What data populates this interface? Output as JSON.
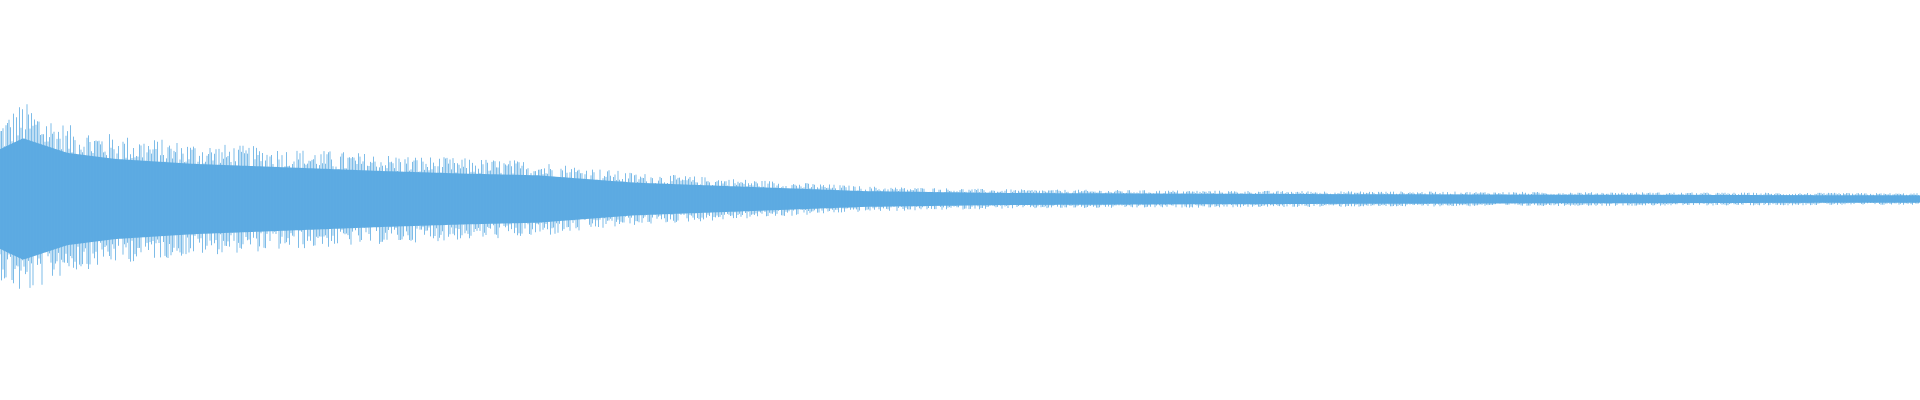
{
  "waveform": {
    "color": "#5dabe2",
    "background": "#ffffff",
    "envelope": {
      "t": [
        0.0,
        0.012,
        0.035,
        0.06,
        0.1,
        0.15,
        0.2,
        0.24,
        0.28,
        0.33,
        0.39,
        0.45,
        0.52,
        0.6,
        0.7,
        0.8,
        0.9,
        1.0
      ],
      "amplitude": [
        0.82,
        1.0,
        0.76,
        0.66,
        0.58,
        0.52,
        0.46,
        0.42,
        0.39,
        0.27,
        0.2,
        0.13,
        0.1,
        0.09,
        0.08,
        0.072,
        0.066,
        0.06
      ]
    },
    "body_fraction": 0.32
  }
}
